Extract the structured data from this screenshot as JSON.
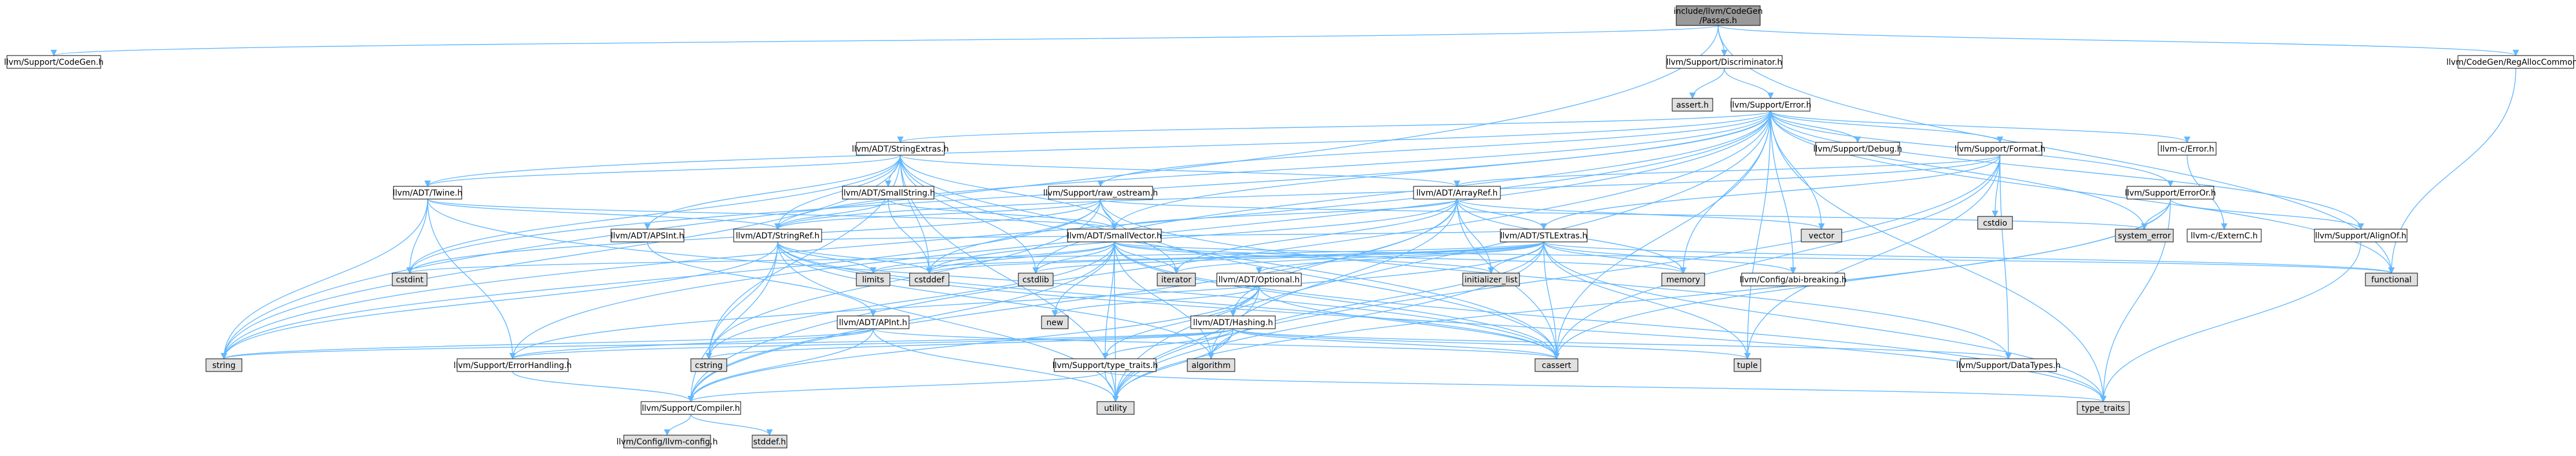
{
  "graph": {
    "nodes": [
      {
        "id": "root",
        "label": [
          "include/llvm/CodeGen",
          "/Passes.h"
        ],
        "style": "root"
      },
      {
        "id": "codegen",
        "label": [
          "llvm/Support/CodeGen.h"
        ],
        "style": "file"
      },
      {
        "id": "discr",
        "label": [
          "llvm/Support/Discriminator.h"
        ],
        "style": "file"
      },
      {
        "id": "regalloc",
        "label": [
          "llvm/CodeGen/RegAllocCommon.h"
        ],
        "style": "file"
      },
      {
        "id": "assert",
        "label": [
          "assert.h"
        ],
        "style": "system"
      },
      {
        "id": "error",
        "label": [
          "llvm/Support/Error.h"
        ],
        "style": "file"
      },
      {
        "id": "strext",
        "label": [
          "llvm/ADT/StringExtras.h"
        ],
        "style": "file"
      },
      {
        "id": "debug",
        "label": [
          "llvm/Support/Debug.h"
        ],
        "style": "file"
      },
      {
        "id": "format",
        "label": [
          "llvm/Support/Format.h"
        ],
        "style": "file"
      },
      {
        "id": "cerror",
        "label": [
          "llvm-c/Error.h"
        ],
        "style": "file"
      },
      {
        "id": "smallstr",
        "label": [
          "llvm/ADT/SmallString.h"
        ],
        "style": "file"
      },
      {
        "id": "twine",
        "label": [
          "llvm/ADT/Twine.h"
        ],
        "style": "file"
      },
      {
        "id": "rawos",
        "label": [
          "llvm/Support/raw_ostream.h"
        ],
        "style": "file"
      },
      {
        "id": "arrayref",
        "label": [
          "llvm/ADT/ArrayRef.h"
        ],
        "style": "red"
      },
      {
        "id": "cstdio",
        "label": [
          "cstdio"
        ],
        "style": "system"
      },
      {
        "id": "erroror",
        "label": [
          "llvm/Support/ErrorOr.h"
        ],
        "style": "file"
      },
      {
        "id": "externc",
        "label": [
          "llvm-c/ExternC.h"
        ],
        "style": "file"
      },
      {
        "id": "apsint",
        "label": [
          "llvm/ADT/APSInt.h"
        ],
        "style": "file"
      },
      {
        "id": "stringref",
        "label": [
          "llvm/ADT/StringRef.h"
        ],
        "style": "red"
      },
      {
        "id": "smallvec",
        "label": [
          "llvm/ADT/SmallVector.h"
        ],
        "style": "file"
      },
      {
        "id": "stlext",
        "label": [
          "llvm/ADT/STLExtras.h"
        ],
        "style": "red"
      },
      {
        "id": "vector",
        "label": [
          "vector"
        ],
        "style": "system"
      },
      {
        "id": "syserr",
        "label": [
          "system_error"
        ],
        "style": "system"
      },
      {
        "id": "alignof",
        "label": [
          "llvm/Support/AlignOf.h"
        ],
        "style": "file"
      },
      {
        "id": "cstdint",
        "label": [
          "cstdint"
        ],
        "style": "system"
      },
      {
        "id": "limits",
        "label": [
          "limits"
        ],
        "style": "system"
      },
      {
        "id": "cstddef",
        "label": [
          "cstddef"
        ],
        "style": "system"
      },
      {
        "id": "cstdlib",
        "label": [
          "cstdlib"
        ],
        "style": "system"
      },
      {
        "id": "iterator",
        "label": [
          "iterator"
        ],
        "style": "system"
      },
      {
        "id": "optional",
        "label": [
          "llvm/ADT/Optional.h"
        ],
        "style": "red"
      },
      {
        "id": "initlist",
        "label": [
          "initializer_list"
        ],
        "style": "system"
      },
      {
        "id": "memory",
        "label": [
          "memory"
        ],
        "style": "system"
      },
      {
        "id": "abibreak",
        "label": [
          "llvm/Config/abi-breaking.h"
        ],
        "style": "file"
      },
      {
        "id": "functional",
        "label": [
          "functional"
        ],
        "style": "system"
      },
      {
        "id": "apint",
        "label": [
          "llvm/ADT/APInt.h"
        ],
        "style": "red"
      },
      {
        "id": "new",
        "label": [
          "new"
        ],
        "style": "system"
      },
      {
        "id": "hashing",
        "label": [
          "llvm/ADT/Hashing.h"
        ],
        "style": "red"
      },
      {
        "id": "string",
        "label": [
          "string"
        ],
        "style": "system"
      },
      {
        "id": "errhandling",
        "label": [
          "llvm/Support/ErrorHandling.h"
        ],
        "style": "file"
      },
      {
        "id": "cstring",
        "label": [
          "cstring"
        ],
        "style": "system"
      },
      {
        "id": "algorithm",
        "label": [
          "algorithm"
        ],
        "style": "system"
      },
      {
        "id": "typetraits",
        "label": [
          "llvm/Support/type_traits.h"
        ],
        "style": "file"
      },
      {
        "id": "cassert",
        "label": [
          "cassert"
        ],
        "style": "system"
      },
      {
        "id": "tuple",
        "label": [
          "tuple"
        ],
        "style": "system"
      },
      {
        "id": "datatypes",
        "label": [
          "llvm/Support/DataTypes.h"
        ],
        "style": "red"
      },
      {
        "id": "compiler",
        "label": [
          "llvm/Support/Compiler.h"
        ],
        "style": "file"
      },
      {
        "id": "utility",
        "label": [
          "utility"
        ],
        "style": "system"
      },
      {
        "id": "typetraitsstd",
        "label": [
          "type_traits"
        ],
        "style": "system"
      },
      {
        "id": "llvmconfig",
        "label": [
          "llvm/Config/llvm-config.h"
        ],
        "style": "system"
      },
      {
        "id": "stddef",
        "label": [
          "stddef.h"
        ],
        "style": "system"
      }
    ],
    "edges": [
      [
        "root",
        "codegen"
      ],
      [
        "root",
        "discr"
      ],
      [
        "root",
        "regalloc"
      ],
      [
        "root",
        "string"
      ],
      [
        "root",
        "functional"
      ],
      [
        "discr",
        "assert"
      ],
      [
        "discr",
        "error"
      ],
      [
        "regalloc",
        "functional"
      ],
      [
        "error",
        "abibreak"
      ],
      [
        "error",
        "strext"
      ],
      [
        "error",
        "twine"
      ],
      [
        "error",
        "compiler"
      ],
      [
        "error",
        "debug"
      ],
      [
        "error",
        "errhandling"
      ],
      [
        "error",
        "erroror"
      ],
      [
        "error",
        "format"
      ],
      [
        "error",
        "rawos"
      ],
      [
        "error",
        "cerror"
      ],
      [
        "error",
        "alignof"
      ],
      [
        "error",
        "syserr"
      ],
      [
        "error",
        "vector"
      ],
      [
        "error",
        "memory"
      ],
      [
        "error",
        "functional"
      ],
      [
        "error",
        "cassert"
      ],
      [
        "error",
        "cstdint"
      ],
      [
        "error",
        "cstdlib"
      ],
      [
        "error",
        "string"
      ],
      [
        "error",
        "tuple"
      ],
      [
        "error",
        "typetraitsstd"
      ],
      [
        "error",
        "utility"
      ],
      [
        "error",
        "smallvec"
      ],
      [
        "error",
        "stringref"
      ],
      [
        "strext",
        "apsint"
      ],
      [
        "strext",
        "arrayref"
      ],
      [
        "strext",
        "smallstr"
      ],
      [
        "strext",
        "stringref"
      ],
      [
        "strext",
        "twine"
      ],
      [
        "strext",
        "cassert"
      ],
      [
        "strext",
        "cstddef"
      ],
      [
        "strext",
        "cstdint"
      ],
      [
        "strext",
        "cstdlib"
      ],
      [
        "strext",
        "cstring"
      ],
      [
        "strext",
        "iterator"
      ],
      [
        "strext",
        "string"
      ],
      [
        "strext",
        "utility"
      ],
      [
        "strext",
        "smallvec"
      ],
      [
        "format",
        "arrayref"
      ],
      [
        "format",
        "stringref"
      ],
      [
        "format",
        "datatypes"
      ],
      [
        "format",
        "cassert"
      ],
      [
        "format",
        "cstdio"
      ],
      [
        "format",
        "tuple"
      ],
      [
        "format",
        "utility"
      ],
      [
        "format",
        "stlext"
      ],
      [
        "cerror",
        "externc"
      ],
      [
        "smallstr",
        "stringref"
      ],
      [
        "smallstr",
        "smallvec"
      ],
      [
        "smallstr",
        "cstddef"
      ],
      [
        "twine",
        "smallvec"
      ],
      [
        "twine",
        "stringref"
      ],
      [
        "twine",
        "errhandling"
      ],
      [
        "twine",
        "cassert"
      ],
      [
        "twine",
        "cstdint"
      ],
      [
        "twine",
        "string"
      ],
      [
        "rawos",
        "stringref"
      ],
      [
        "rawos",
        "datatypes"
      ],
      [
        "rawos",
        "cassert"
      ],
      [
        "rawos",
        "cstddef"
      ],
      [
        "rawos",
        "cstdint"
      ],
      [
        "rawos",
        "cstring"
      ],
      [
        "rawos",
        "string"
      ],
      [
        "rawos",
        "syserr"
      ],
      [
        "rawos",
        "type_traits"
      ],
      [
        "rawos",
        "smallvec"
      ],
      [
        "arrayref",
        "hashing"
      ],
      [
        "arrayref",
        "smallvec"
      ],
      [
        "arrayref",
        "stlext"
      ],
      [
        "arrayref",
        "compiler"
      ],
      [
        "arrayref",
        "algorithm"
      ],
      [
        "arrayref",
        "array"
      ],
      [
        "arrayref",
        "cassert"
      ],
      [
        "arrayref",
        "cstddef"
      ],
      [
        "arrayref",
        "initlist"
      ],
      [
        "arrayref",
        "iterator"
      ],
      [
        "arrayref",
        "memory"
      ],
      [
        "arrayref",
        "type_traits"
      ],
      [
        "arrayref",
        "vector"
      ],
      [
        "erroror",
        "alignof"
      ],
      [
        "erroror",
        "cassert"
      ],
      [
        "erroror",
        "syserr"
      ],
      [
        "erroror",
        "typetraitsstd"
      ],
      [
        "erroror",
        "utility"
      ],
      [
        "alignof",
        "typetraitsstd"
      ],
      [
        "apsint",
        "apint"
      ],
      [
        "stringref",
        "stlext"
      ],
      [
        "stringref",
        "compiler"
      ],
      [
        "stringref",
        "algorithm"
      ],
      [
        "stringref",
        "cassert"
      ],
      [
        "stringref",
        "cstddef"
      ],
      [
        "stringref",
        "cstring"
      ],
      [
        "stringref",
        "limits"
      ],
      [
        "stringref",
        "string"
      ],
      [
        "stringref",
        "typetraitsstd"
      ],
      [
        "stringref",
        "utility"
      ],
      [
        "smallvec",
        "compiler"
      ],
      [
        "smallvec",
        "typetraits"
      ],
      [
        "smallvec",
        "algorithm"
      ],
      [
        "smallvec",
        "cassert"
      ],
      [
        "smallvec",
        "cstddef"
      ],
      [
        "smallvec",
        "cstdlib"
      ],
      [
        "smallvec",
        "cstring"
      ],
      [
        "smallvec",
        "functional"
      ],
      [
        "smallvec",
        "initlist"
      ],
      [
        "smallvec",
        "iterator"
      ],
      [
        "smallvec",
        "limits"
      ],
      [
        "smallvec",
        "memory"
      ],
      [
        "smallvec",
        "new"
      ],
      [
        "smallvec",
        "typetraitsstd"
      ],
      [
        "smallvec",
        "utility"
      ],
      [
        "stlext",
        "optional"
      ],
      [
        "stlext",
        "abibreak"
      ],
      [
        "stlext",
        "errhandling"
      ],
      [
        "stlext",
        "algorithm"
      ],
      [
        "stlext",
        "cassert"
      ],
      [
        "stlext",
        "cstddef"
      ],
      [
        "stlext",
        "cstdint"
      ],
      [
        "stlext",
        "cstdlib"
      ],
      [
        "stlext",
        "functional"
      ],
      [
        "stlext",
        "initlist"
      ],
      [
        "stlext",
        "iterator"
      ],
      [
        "stlext",
        "limits"
      ],
      [
        "stlext",
        "memory"
      ],
      [
        "stlext",
        "tuple"
      ],
      [
        "stlext",
        "typetraitsstd"
      ],
      [
        "stlext",
        "utility"
      ],
      [
        "optional",
        "hashing"
      ],
      [
        "optional",
        "compiler"
      ],
      [
        "optional",
        "typetraits"
      ],
      [
        "optional",
        "cassert"
      ],
      [
        "optional",
        "new"
      ],
      [
        "optional",
        "utility"
      ],
      [
        "apint",
        "compiler"
      ],
      [
        "apint",
        "cassert"
      ],
      [
        "apint",
        "errhandling"
      ],
      [
        "apint",
        "utility"
      ],
      [
        "apint",
        "string"
      ],
      [
        "hashing",
        "datatypes"
      ],
      [
        "hashing",
        "errhandling"
      ],
      [
        "hashing",
        "typetraits"
      ],
      [
        "hashing",
        "algorithm"
      ],
      [
        "hashing",
        "cassert"
      ],
      [
        "hashing",
        "cstring"
      ],
      [
        "hashing",
        "string"
      ],
      [
        "hashing",
        "tuple"
      ],
      [
        "hashing",
        "utility"
      ],
      [
        "errhandling",
        "compiler"
      ],
      [
        "typetraits",
        "compiler"
      ],
      [
        "typetraits",
        "typetraitsstd"
      ],
      [
        "typetraits",
        "utility"
      ],
      [
        "compiler",
        "llvmconfig"
      ],
      [
        "compiler",
        "stddef"
      ]
    ]
  }
}
